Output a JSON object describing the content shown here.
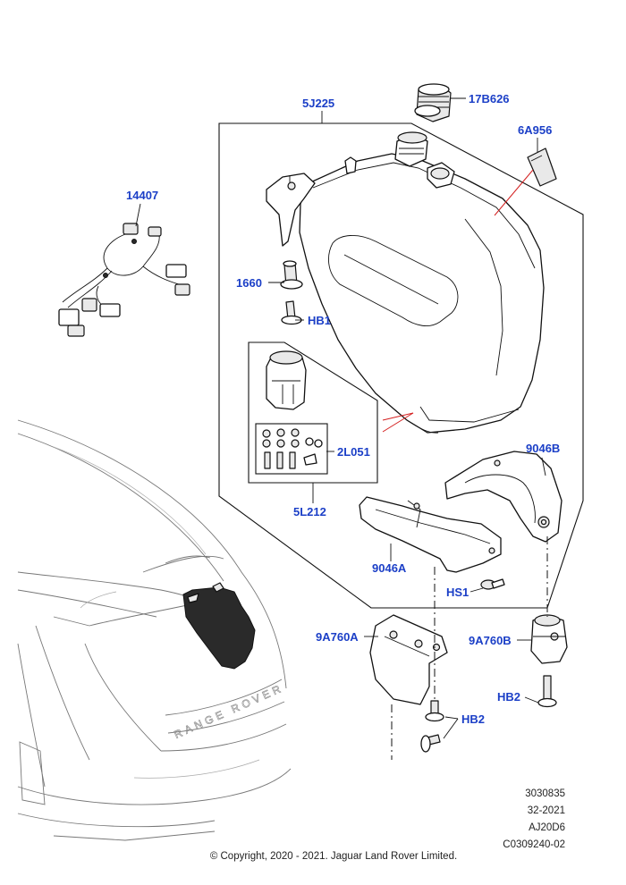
{
  "callouts": {
    "c_5J225": "5J225",
    "c_17B626": "17B626",
    "c_6A956": "6A956",
    "c_14407": "14407",
    "c_1660": "1660",
    "c_HB1": "HB1",
    "c_2L051": "2L051",
    "c_5L212": "5L212",
    "c_9046B": "9046B",
    "c_9046A": "9046A",
    "c_HS1": "HS1",
    "c_9A760A": "9A760A",
    "c_9A760B": "9A760B",
    "c_HB2_right": "HB2",
    "c_HB2_bottom": "HB2"
  },
  "footer": {
    "ref_number": "3030835",
    "date_code": "32-2021",
    "model_code": "AJ20D6",
    "drawing_code": "C0309240-02",
    "copyright": "© Copyright, 2020 - 2021. Jaguar Land Rover Limited."
  },
  "vehicle_badge": "RANGE ROVER",
  "colors": {
    "callout": "#1b3fc7",
    "leader_red": "#d42020",
    "line": "#111111"
  }
}
